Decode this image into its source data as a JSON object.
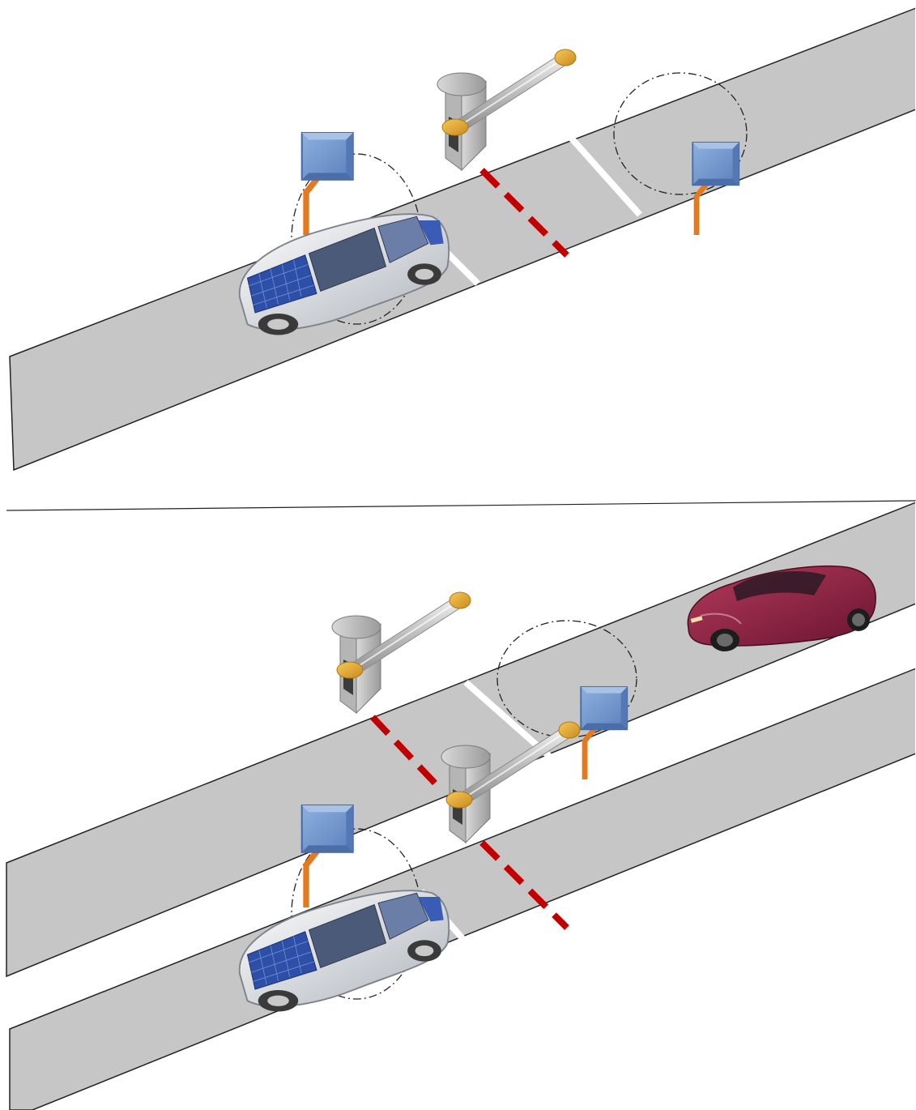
{
  "diagram": {
    "type": "barrier-gate-lane-diagram",
    "panels": [
      {
        "id": "single-lane",
        "lanes": 1,
        "vehicles": [
          "solar-car"
        ],
        "barriers": 1,
        "loop-detectors": 2
      },
      {
        "id": "double-lane",
        "lanes": 2,
        "vehicles": [
          "solar-car",
          "red-sports-car"
        ],
        "barriers": 2,
        "loop-detectors": 2
      }
    ],
    "colors": {
      "road": "#c6c6c6",
      "stop_line": "#c00000",
      "detector_fill": "#6f94c9",
      "detector_border": "#4a6aa5",
      "detector_post": "#e8781e",
      "barrier_arm": "#cfcfcf",
      "barrier_cap": "#e0a530",
      "sports_car": "#8c1d3c",
      "solar_car_body": "#dfe3e8",
      "solar_panel": "#2d4fa8"
    },
    "icons": [
      "barrier-gate-icon",
      "vehicle-detector-icon",
      "solar-car-icon",
      "sports-car-icon"
    ]
  }
}
